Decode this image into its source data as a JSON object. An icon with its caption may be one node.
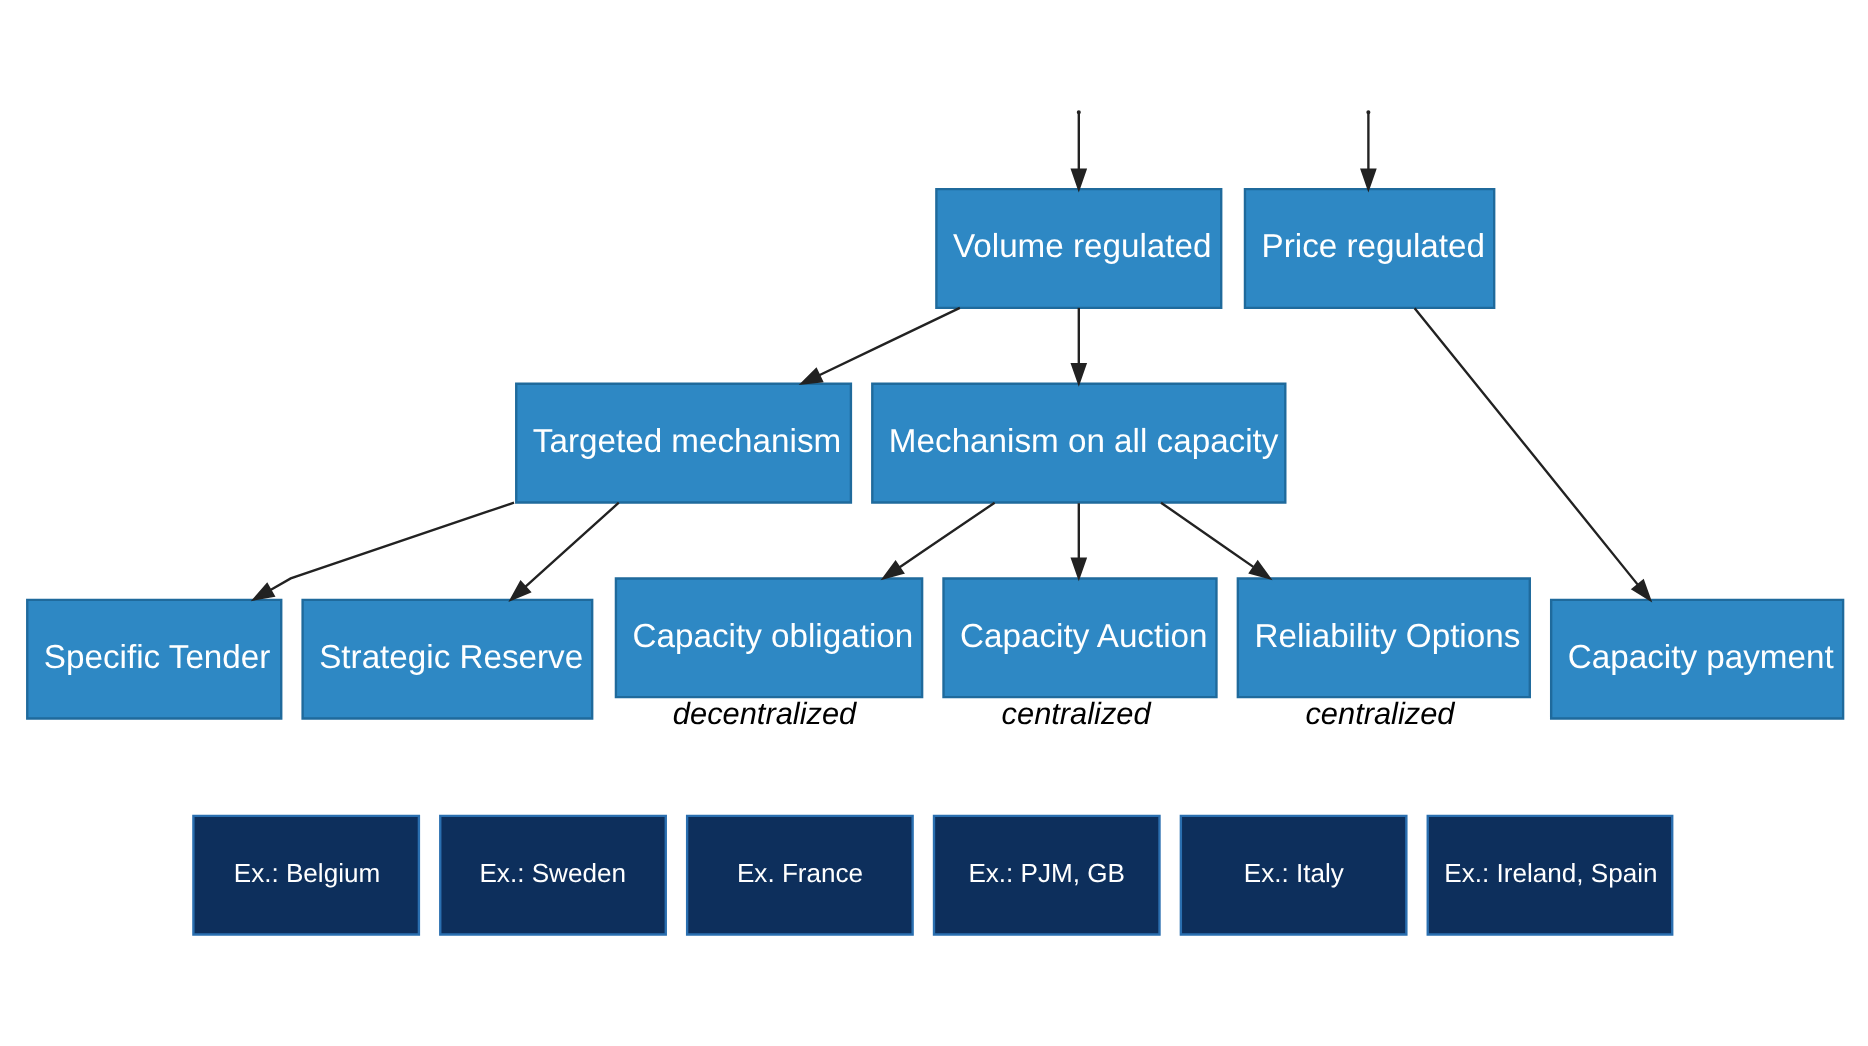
{
  "diagram": {
    "nodes": [
      {
        "text": [
          "Volume regulated"
        ]
      },
      {
        "text": [
          "Price regulated"
        ]
      },
      {
        "text": [
          "Targeted mechanism"
        ]
      },
      {
        "text": [
          "Mechanism on all capacity"
        ]
      },
      {
        "text": [
          "Specific Tender"
        ]
      },
      {
        "text": [
          "Strategic Reserve"
        ]
      },
      {
        "text": [
          "Capacity obligation"
        ],
        "beside": [
          "decentralized"
        ]
      },
      {
        "text": [
          "Capacity Auction"
        ],
        "beside": [
          "centralized"
        ]
      },
      {
        "text": [
          "Reliability Options"
        ],
        "beside": [
          "centralized"
        ]
      },
      {
        "text": [
          "Capacity payment"
        ]
      },
      {
        "text": [
          "Ex.: Belgium"
        ]
      },
      {
        "text": [
          "Ex.: Sweden"
        ]
      },
      {
        "text": [
          "Ex. France"
        ]
      },
      {
        "text": [
          "Ex.: PJM, GB"
        ]
      },
      {
        "text": [
          "Ex.: Italy"
        ]
      },
      {
        "text": [
          "Ex.: Ireland, Spain"
        ]
      }
    ],
    "edges": [
      {
        "from": null,
        "to": 0,
        "arrow": "to"
      },
      {
        "from": null,
        "to": 1,
        "arrow": "to"
      },
      {
        "from": 0,
        "to": 2,
        "arrow": "to"
      },
      {
        "from": 0,
        "to": 3,
        "arrow": "to"
      },
      {
        "from": 2,
        "to": 4,
        "arrow": "to"
      },
      {
        "from": 2,
        "to": 5,
        "arrow": "to"
      },
      {
        "from": 3,
        "to": 6,
        "arrow": "to"
      },
      {
        "from": 3,
        "to": 7,
        "arrow": "to"
      },
      {
        "from": 3,
        "to": 8,
        "arrow": "to"
      },
      {
        "from": 1,
        "to": 9,
        "arrow": "to"
      }
    ]
  }
}
